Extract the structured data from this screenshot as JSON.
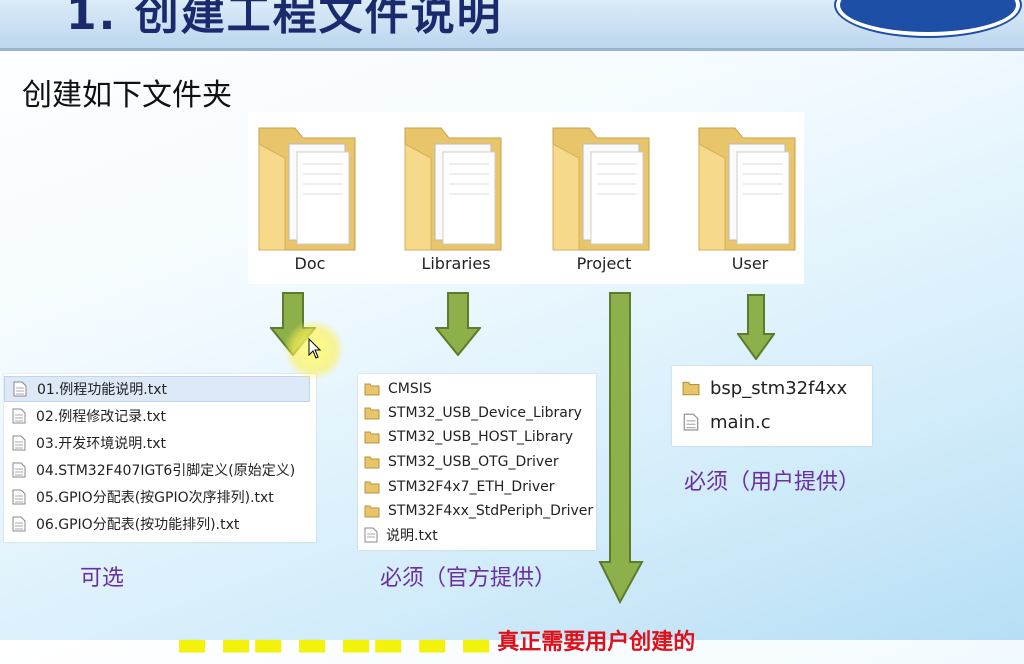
{
  "slide": {
    "title": "1. 创建工程文件说明",
    "heading": "创建如下文件夹"
  },
  "folders": [
    {
      "label": "Doc"
    },
    {
      "label": "Libraries"
    },
    {
      "label": "Project"
    },
    {
      "label": "User"
    }
  ],
  "doc_list": {
    "items": [
      "01.例程功能说明.txt",
      "02.例程修改记录.txt",
      "03.开发环境说明.txt",
      "04.STM32F407IGT6引脚定义(原始定义)",
      "05.GPIO分配表(按GPIO次序排列).txt",
      "06.GPIO分配表(按功能排列).txt"
    ],
    "caption": "可选"
  },
  "libraries_list": {
    "items": [
      {
        "label": "CMSIS",
        "icon": "folder-icon"
      },
      {
        "label": "STM32_USB_Device_Library",
        "icon": "folder-icon"
      },
      {
        "label": "STM32_USB_HOST_Library",
        "icon": "folder-icon"
      },
      {
        "label": "STM32_USB_OTG_Driver",
        "icon": "folder-icon"
      },
      {
        "label": "STM32F4x7_ETH_Driver",
        "icon": "folder-icon"
      },
      {
        "label": "STM32F4xx_StdPeriph_Driver",
        "icon": "folder-icon"
      },
      {
        "label": "说明.txt",
        "icon": "file-icon"
      }
    ],
    "caption": "必须（官方提供）"
  },
  "user_list": {
    "items": [
      {
        "label": "bsp_stm32f4xx",
        "icon": "folder-icon"
      },
      {
        "label": "main.c",
        "icon": "file-icon"
      }
    ],
    "caption": "必须（用户提供）"
  },
  "bottom": {
    "red_text": "真正需要用户创建的"
  },
  "colors": {
    "arrow_green": "#8db04a",
    "caption_purple": "#6a2fa0",
    "title_navy": "#1a2a6c",
    "folder_yellow": "#f2d27a"
  }
}
